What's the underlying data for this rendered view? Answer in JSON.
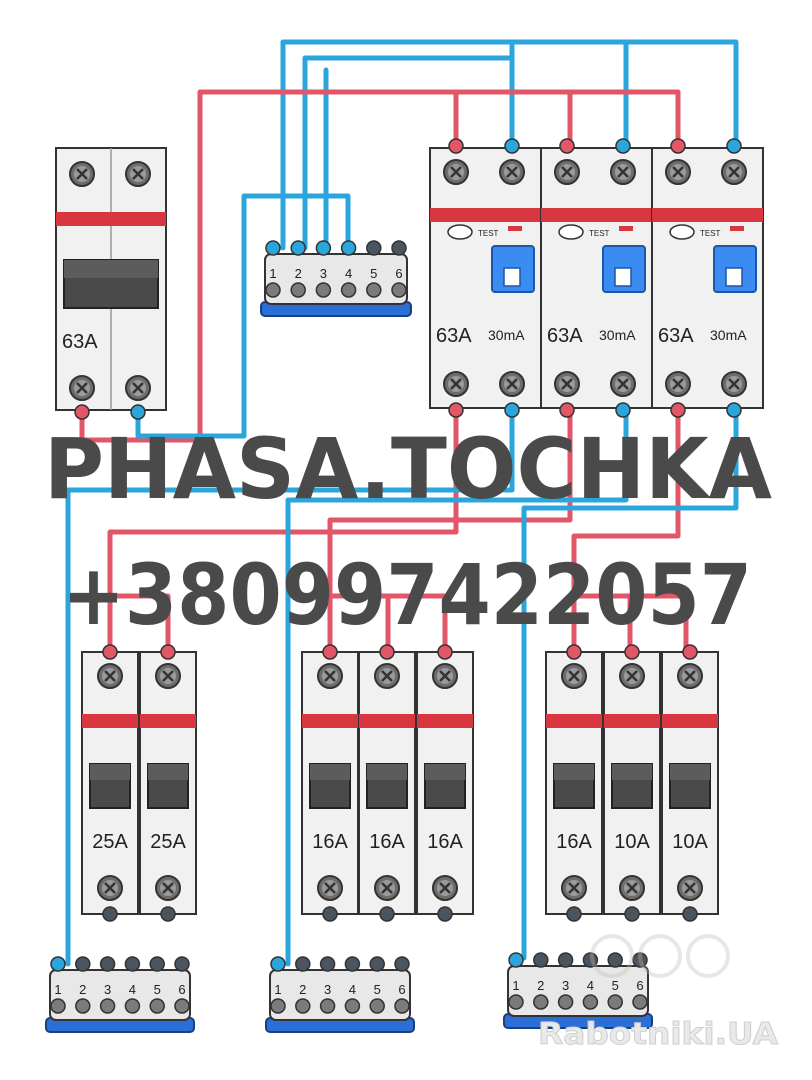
{
  "colors": {
    "phase": "#e25668",
    "neutral": "#2aa6dc",
    "red_band": "#d9373f",
    "blue_bus": "#2a6ed6",
    "handle": "#4a4a4a",
    "body": "#f1f1f1"
  },
  "main_breaker": {
    "rating": "63A"
  },
  "rcds": [
    {
      "rating": "63A",
      "sensitivity": "30mA",
      "test_label": "TEST"
    },
    {
      "rating": "63A",
      "sensitivity": "30mA",
      "test_label": "TEST"
    },
    {
      "rating": "63A",
      "sensitivity": "30mA",
      "test_label": "TEST"
    }
  ],
  "breaker_groups": [
    {
      "ratings": [
        "25A",
        "25A"
      ]
    },
    {
      "ratings": [
        "16A",
        "16A",
        "16A"
      ]
    },
    {
      "ratings": [
        "16A",
        "10A",
        "10A"
      ]
    }
  ],
  "terminal_numbers": [
    "1",
    "2",
    "3",
    "4",
    "5",
    "6"
  ],
  "watermark": {
    "name": "PHASA.TOCHKA",
    "phone": "+380997422057",
    "site": "Rabotniki.UA"
  }
}
